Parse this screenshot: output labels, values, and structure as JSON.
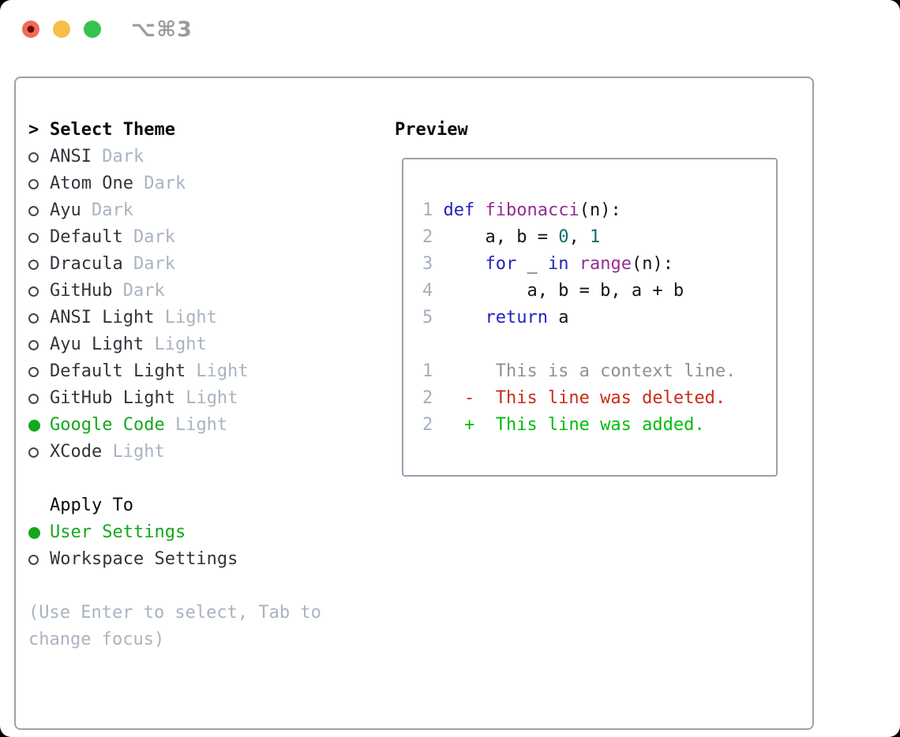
{
  "window": {
    "title": "⌥⌘3",
    "traffic_lights": {
      "close_color": "#f16a5c",
      "close_dot_color": "#6b0d05",
      "minimize_color": "#f6bd48",
      "zoom_color": "#36c24e"
    }
  },
  "theme_menu": {
    "header": {
      "prompt": ">",
      "label": "Select Theme"
    },
    "items": [
      {
        "name": "ANSI",
        "variant": "Dark",
        "selected": false
      },
      {
        "name": "Atom One",
        "variant": "Dark",
        "selected": false
      },
      {
        "name": "Ayu",
        "variant": "Dark",
        "selected": false
      },
      {
        "name": "Default",
        "variant": "Dark",
        "selected": false
      },
      {
        "name": "Dracula",
        "variant": "Dark",
        "selected": false
      },
      {
        "name": "GitHub",
        "variant": "Dark",
        "selected": false
      },
      {
        "name": "ANSI Light",
        "variant": "Light",
        "selected": false
      },
      {
        "name": "Ayu Light",
        "variant": "Light",
        "selected": false
      },
      {
        "name": "Default Light",
        "variant": "Light",
        "selected": false
      },
      {
        "name": "GitHub Light",
        "variant": "Light",
        "selected": false
      },
      {
        "name": "Google Code",
        "variant": "Light",
        "selected": true
      },
      {
        "name": "XCode",
        "variant": "Light",
        "selected": false
      }
    ],
    "apply_to": {
      "label": "Apply To",
      "options": [
        {
          "name": "User Settings",
          "selected": true
        },
        {
          "name": "Workspace Settings",
          "selected": false
        }
      ]
    },
    "help_lines": [
      "(Use Enter to select, Tab to",
      "change focus)"
    ]
  },
  "preview": {
    "label": "Preview",
    "lines": [
      {
        "num": "1",
        "tokens": [
          {
            "text": "def",
            "kind": "keyword"
          },
          {
            "text": " ",
            "kind": "plain"
          },
          {
            "text": "fibonacci",
            "kind": "function"
          },
          {
            "text": "(n):",
            "kind": "plain"
          }
        ]
      },
      {
        "num": "2",
        "tokens": [
          {
            "text": "    a, b = ",
            "kind": "plain"
          },
          {
            "text": "0",
            "kind": "number"
          },
          {
            "text": ", ",
            "kind": "plain"
          },
          {
            "text": "1",
            "kind": "number"
          }
        ]
      },
      {
        "num": "3",
        "tokens": [
          {
            "text": "    ",
            "kind": "plain"
          },
          {
            "text": "for",
            "kind": "keyword"
          },
          {
            "text": " _ ",
            "kind": "plain"
          },
          {
            "text": "in",
            "kind": "keyword"
          },
          {
            "text": " ",
            "kind": "plain"
          },
          {
            "text": "range",
            "kind": "function"
          },
          {
            "text": "(n):",
            "kind": "plain"
          }
        ]
      },
      {
        "num": "4",
        "tokens": [
          {
            "text": "        a, b = b, a + b",
            "kind": "plain"
          }
        ]
      },
      {
        "num": "5",
        "tokens": [
          {
            "text": "    ",
            "kind": "plain"
          },
          {
            "text": "return",
            "kind": "keyword"
          },
          {
            "text": " a",
            "kind": "plain"
          }
        ]
      },
      {
        "num": "",
        "tokens": []
      },
      {
        "num": "1",
        "tokens": [
          {
            "text": "     This is a context line.",
            "kind": "context"
          }
        ]
      },
      {
        "num": "2",
        "tokens": [
          {
            "text": "  -  This line was deleted.",
            "kind": "deleted"
          }
        ]
      },
      {
        "num": "2",
        "tokens": [
          {
            "text": "  +  This line was added.",
            "kind": "added"
          }
        ]
      }
    ]
  },
  "colors": {
    "keyword": "#2323c1",
    "function": "#952d95",
    "number": "#0b6e6e",
    "plain": "#141414",
    "context": "#8b939b",
    "deleted": "#c92c18",
    "added": "#00bd0c",
    "gutter": "#a4afbc",
    "selection_green": "#12a81c",
    "muted": "#a9b4c0",
    "name_text": "#30353c",
    "panel_border": "#99a2ad"
  }
}
